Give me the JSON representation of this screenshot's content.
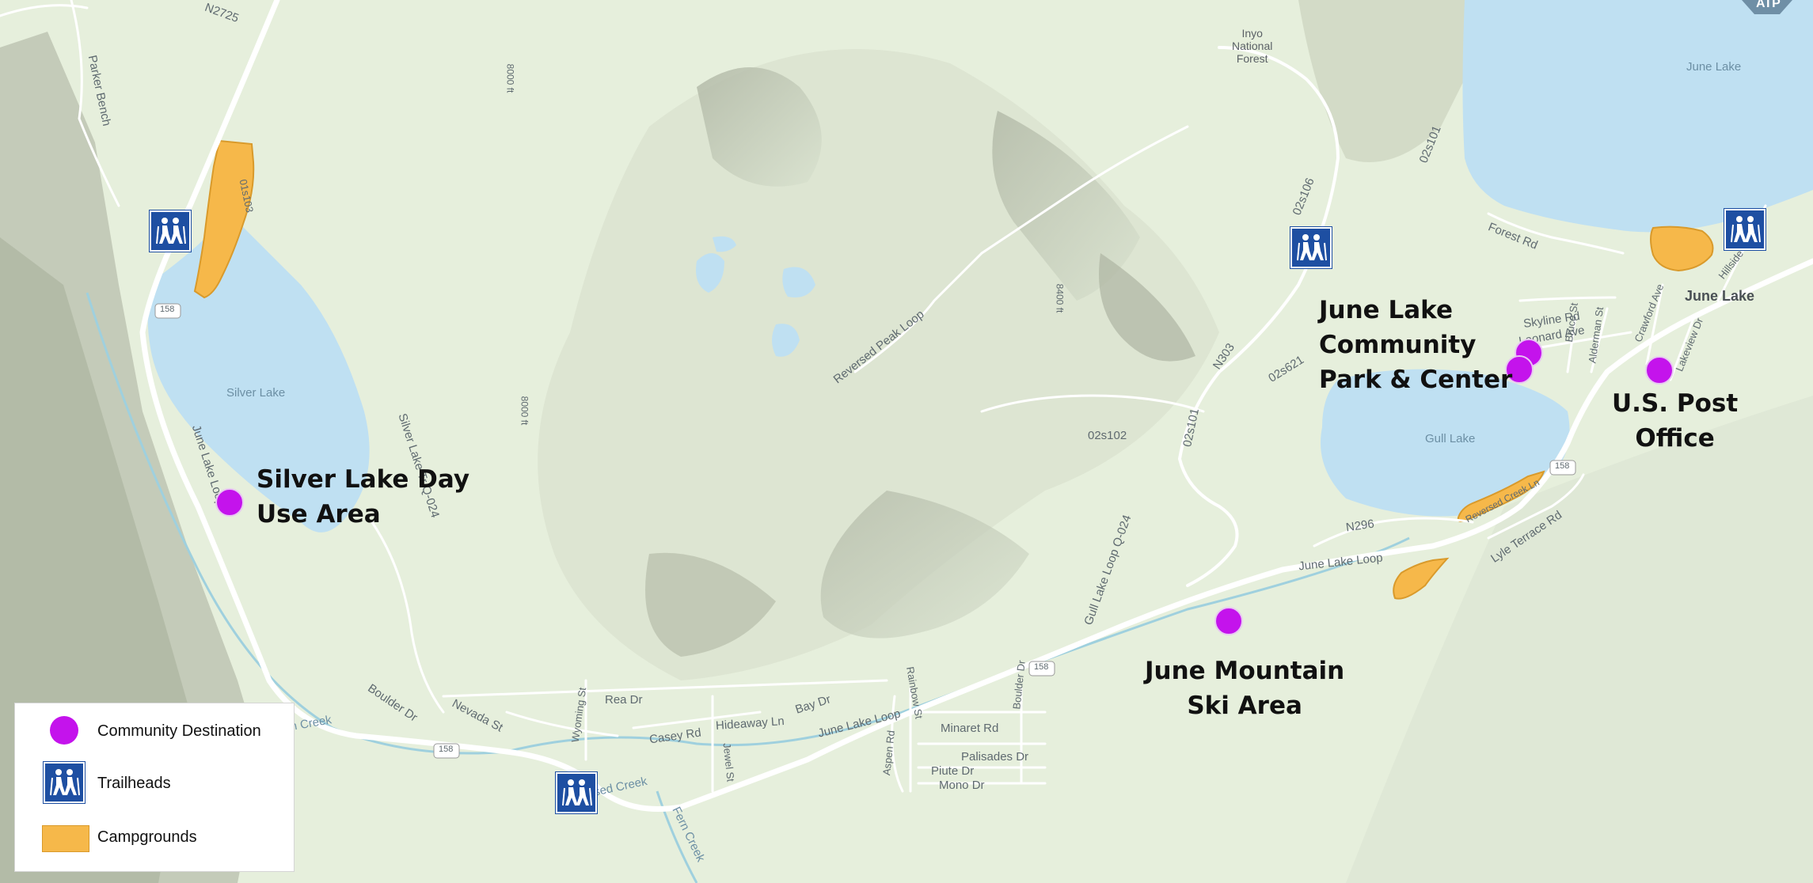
{
  "colors": {
    "land": "#e6efdc",
    "water": "#bfe0f2",
    "campground": "#f6b84a",
    "destination": "#c413ec",
    "trailhead": "#1e4fa2",
    "road": "#ffffff"
  },
  "icons": {
    "trailhead": "hiker-pair-icon",
    "destination": "purple-circle-icon",
    "campground": "orange-rect-icon"
  },
  "roads": {
    "n2725": "N2725",
    "parker_bench": "Parker Bench",
    "rt158_a": "158",
    "rt158_b": "158",
    "rt158_c": "158",
    "rt158_d": "158",
    "june_lake_loop_w": "June Lake Loop",
    "silver_lake_tr": "Silver Lake Tr Q-024",
    "o1s103": "01s103",
    "reversed_peak_loop": "Reversed Peak Loop",
    "o2s102": "02s102",
    "o2s101_a": "02s101",
    "o2s101_b": "02s101",
    "o2s106": "02s106",
    "n303": "N303",
    "o2s621": "02s621",
    "forest_rd": "Forest Rd",
    "skyline_rd": "Skyline Rd",
    "leonard_ave": "Leonard Ave",
    "bruce_st": "Bruce St",
    "alderman_st": "Alderman St",
    "crawford_ave": "Crawford Ave",
    "lakeview_dr": "Lakeview Dr",
    "hillside_dr": "Hillside Dr",
    "n296": "N296",
    "june_lake_loop_e": "June Lake Loop",
    "lyle_terrace": "Lyle Terrace Rd",
    "reversed_creek_ln": "Reversed Creek Ln",
    "gull_lake_loop": "Gull Lake Loop Q-024",
    "nevada_st": "Nevada St",
    "boulder_dr": "Boulder Dr",
    "wyoming_st": "Wyoming St",
    "rea_dr": "Rea Dr",
    "casey_rd": "Casey Rd",
    "hideaway_ln": "Hideaway Ln",
    "bay_dr": "Bay Dr",
    "june_lake_loop_s": "June Lake Loop",
    "rainbow_st": "Rainbow St",
    "boulder_dr_2": "Boulder Dr",
    "minaret_rd": "Minaret Rd",
    "palisades_dr": "Palisades Dr",
    "piute_dr": "Piute Dr",
    "mono_dr": "Mono Dr",
    "aspen_rd": "Aspen Rd",
    "jewel_st": "Jewel St",
    "fern_creek": "Fern Creek",
    "reversed_creek": "Reversed Creek",
    "rush_creek": "Rush Creek",
    "elev_8000_a": "8000 ft",
    "elev_8000_b": "8000 ft",
    "elev_8400": "8400 ft"
  },
  "water_labels": {
    "silver_lake": "Silver Lake",
    "gull_lake": "Gull Lake",
    "june_lake_water": "June Lake"
  },
  "places": {
    "inyo_1": "Inyo",
    "inyo_2": "National",
    "inyo_3": "Forest",
    "june_lake_town": "June Lake"
  },
  "destinations": {
    "silver_lake_day_use": "Silver Lake Day\nUse Area",
    "june_lake_community": "June Lake\nCommunity\nPark & Center",
    "post_office": "U.S. Post\nOffice",
    "june_mountain": "June Mountain\nSki Area"
  },
  "legend": {
    "community_destination": "Community Destination",
    "trailheads": "Trailheads",
    "campgrounds": "Campgrounds"
  },
  "badge": "ATP"
}
